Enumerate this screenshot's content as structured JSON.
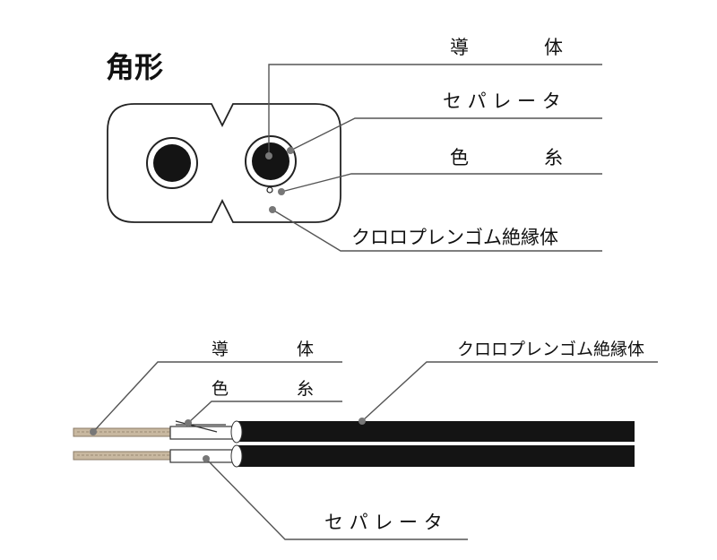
{
  "cross_section": {
    "title": "角形",
    "conductor_label": "導　　　　体",
    "separator_label": "セ パ レ ー タ",
    "color_thread_label": "色　　　　糸",
    "insulation_label": "クロロプレンゴム絶縁体"
  },
  "side_view": {
    "conductor_label": "導　　　　体",
    "color_thread_label": "色　　　　糸",
    "insulation_label": "クロロプレンゴム絶縁体",
    "separator_label": "セ パ レ ー タ"
  },
  "colors": {
    "insulation": "#141414",
    "line": "#555555",
    "conductor_wire": "#c8b8a0"
  }
}
